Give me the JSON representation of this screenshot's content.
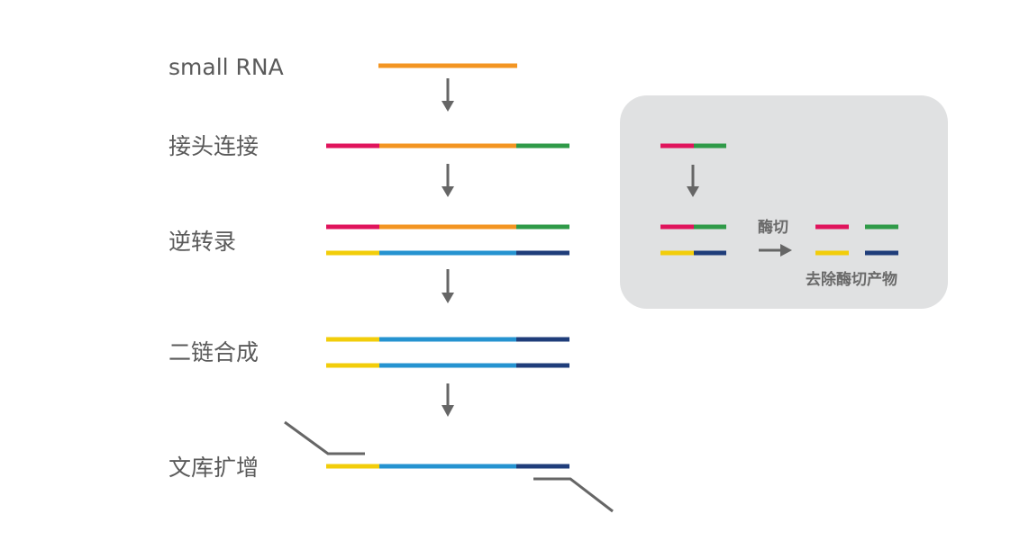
{
  "steps": [
    {
      "label": "small RNA"
    },
    {
      "label": "接头连接"
    },
    {
      "label": "逆转录"
    },
    {
      "label": "二链合成"
    },
    {
      "label": "文库扩增"
    }
  ],
  "inset": {
    "cleave_label": "酶切",
    "products_label": "去除酶切产物",
    "background": "#e0e1e2"
  },
  "colors": {
    "rna": "#f39522",
    "adapter_5p": "#e0145c",
    "adapter_3p": "#2f9a48",
    "cdna_5p": "#f2cd0a",
    "cdna_body": "#2593d0",
    "cdna_3p": "#1f3d7a",
    "arrow": "#666666",
    "primer": "#666666"
  }
}
